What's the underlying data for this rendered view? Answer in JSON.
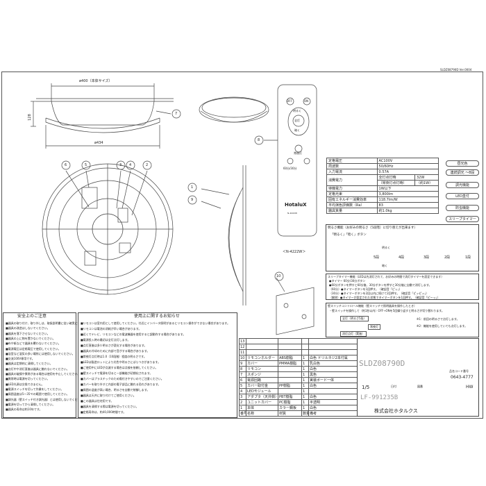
{
  "sheet_code": "SLDZ08790D Ver.0004",
  "dims": {
    "top_width": "ø400（本体サイズ）",
    "bottom_width": "ø434",
    "height": "128"
  },
  "callouts": [
    "1",
    "2",
    "3",
    "4",
    "5",
    "6",
    "7",
    "8",
    "9",
    "10"
  ],
  "remote": {
    "btn_off": "OFF",
    "btn_on": "ON",
    "btn_brighter": "明るく",
    "btn_full": "全灯",
    "btn_dimmer": "暗く",
    "btn_night": "常夜灯",
    "btn_timer1": "60分",
    "btn_timer2": "30分",
    "btn_timer_label": "60分/30分",
    "brand": "HotaluX",
    "model_small": "N-4222W",
    "model": "＜N-4222W＞"
  },
  "spec": {
    "rows": [
      [
        "定格電圧",
        "AC100V"
      ],
      [
        "周波数",
        "50/60Hz"
      ],
      [
        "入力電流",
        "0.57A"
      ],
      [
        "消費電力",
        "全灯点灯時",
        "32W"
      ],
      [
        "",
        "（常夜灯点灯時）",
        "（約1W）"
      ],
      [
        "待機電力",
        "1W以下"
      ],
      [
        "定格光束",
        "3,800lm"
      ],
      [
        "固有エネルギー消費効率",
        "118.7lm/W"
      ],
      [
        "平均演色評価数（Ra）",
        "83"
      ],
      [
        "器具質量",
        "約1.0kg"
      ]
    ],
    "tags": [
      "昼光色",
      "連続調光 ～8段",
      "調光機能",
      "LED直付",
      "防虫機能",
      "スリープタイマー"
    ]
  },
  "dimming_panel": {
    "title": "明るさ機能（お好みの明るさ〔5段階〕に切り替えが出来ます）",
    "step_labels": [
      "5段",
      "4段",
      "3段",
      "2段",
      "1段"
    ],
    "btn_label": "明るく",
    "btn_label2": "暗く",
    "note": "「明るく」「暗く」ボタン"
  },
  "sleep_panel": {
    "title": "スリープタイマー機能（LEDは先消灯されて、お好みの時間で消灯タイマーを設定できます）",
    "lines": [
      "●タイマー 60分/30分ボタン",
      "●60分ボタンを押すと60分後、30分ボタンを押すと30分後に自動で消灯します。",
      "（60分）●タイマーボタンを1回押す。（確認音「ピッ」）",
      "（30分）●タイマーボタンを2回以内に続けて2回押す。（確認音「ピッピッ」）",
      "（解除）●タイマーが設定された状態でタイマーボタンを1回押す。（確認音「ピーッ」）"
    ]
  },
  "wall_panel": {
    "title": "壁スイッチコントロール機能（壁スイッチで照明器具を操作したとき）",
    "lines": [
      "・壁スイッチを操作して（約1秒以内）OFF→ONを5回繰り返すと明るさが切り替わります。",
      "全灯（明るさ5段）",
      "常夜灯",
      "消灯点灯（実施）",
      "※1：前回の明るさで点灯します。",
      "※2：機能を使用していても点灯します。"
    ]
  },
  "caution": {
    "title": "安全上のご注意",
    "lines": [
      "■器具の取り付け、取り外しは、取扱説明書に従い確実に行ってください。",
      "■器具の改造はしないでください。",
      "■器具を落下させないでください。",
      "■器具の上に物を置かないでください。",
      "■布や紙などで器具を覆わないでください。",
      "■電源電圧は定格電圧で使用してください。",
      "■浴室など湿気の多い場所には使用しないでください。",
      "■交流100V専用です。",
      "■器具は定期的に清掃してください。",
      "■点灯中や消灯直後は器具に触れないでください。",
      "■器具の破損や異常がある場合は使用を中止してください。",
      "■異常時は電源を切ってください。",
      "■LED光源は交換できません。",
      "■電源スイッチを切って作業をしてください。",
      "■周囲温度は5～35℃の範囲で使用してください。",
      "■調光器（壁スイッチ付き調光器）とは使用しないでください。",
      "■電源を切ってから清掃してください。",
      "■器具の寿命は約10年です。"
    ]
  },
  "usage": {
    "title": "使用上に関するお知らせ",
    "lines": [
      "■リモコンは室内用として使用してください。付近にインバータ照明があるとリモコン操作ができない場合があります。",
      "■リモコンは電池の消耗が早い場合があります。",
      "■近くでテレビ、リモコンなどの電波機器を使用すると誤動作する場合があります。",
      "■電源投入時の最初は全灯点灯します。",
      "■点灯直後は多少明るさが変化する場合があります。",
      "■器具の冷却のために内部で音がする場合があります。",
      "■常夜灯点灯時は1.0（10段階）程度の明るさです。",
      "■LEDは製造ロットにより光色や明るさにばらつきがあります。",
      "■ご使用中にLEDが点滅する場合は点検を依頼してください。",
      "■壁スイッチで電源を切ると一部機能が初期化されます。",
      "■カバーはプラスチックのため傷付きやすいのでご注意ください。",
      "■カバーを取り外すと内部の電子部品に触れる恐れがあります。",
      "■周囲の温度が高い場合、明るさを自動で制御します。",
      "■器具は天井に取り付けてご使用ください。",
      "■この器具は住宅用です。",
      "■器具を清掃する際は電源を切ってください。",
      "■定格寿命は、約40,000時間です。"
    ]
  },
  "parts": {
    "rows": [
      [
        "13",
        "",
        "",
        "",
        ""
      ],
      [
        "12",
        "",
        "",
        "",
        ""
      ],
      [
        "11",
        "",
        "",
        "",
        ""
      ],
      [
        "10",
        "リモコンホルダー",
        "ABS樹脂",
        "1",
        "白色 ドリルネジ2本付属"
      ],
      [
        "9",
        "カバー",
        "PMMA樹脂",
        "1",
        "乳白色"
      ],
      [
        "8",
        "リモコン",
        "",
        "1",
        "白色"
      ],
      [
        "7",
        "スポンジ",
        "",
        "1",
        "黒色"
      ],
      [
        "6",
        "電源回路",
        "",
        "1",
        "実装ボード一体"
      ],
      [
        "5",
        "カバー取付金",
        "PP樹脂",
        "1",
        "白色"
      ],
      [
        "4",
        "LEDモジュール",
        "",
        "1",
        ""
      ],
      [
        "3",
        "アダプタ（天井側）",
        "PBT樹脂",
        "1",
        "白色"
      ],
      [
        "2",
        "ユニットカバー",
        "PC樹脂",
        "1",
        "半透明"
      ],
      [
        "1",
        "本体",
        "カラー鋼板",
        "1",
        "白色"
      ],
      [
        "番号",
        "名称",
        "材質",
        "数量",
        "備考"
      ]
    ],
    "model_code": "SLDZ08790D",
    "product_code": "LF-991235B",
    "company": "株式会社ホタルクス",
    "scale": "1/5",
    "labels": [
      "尺度",
      "日付",
      "図番",
      "品名コード番号"
    ],
    "code_value": "0643-4777",
    "hw": "HW"
  }
}
